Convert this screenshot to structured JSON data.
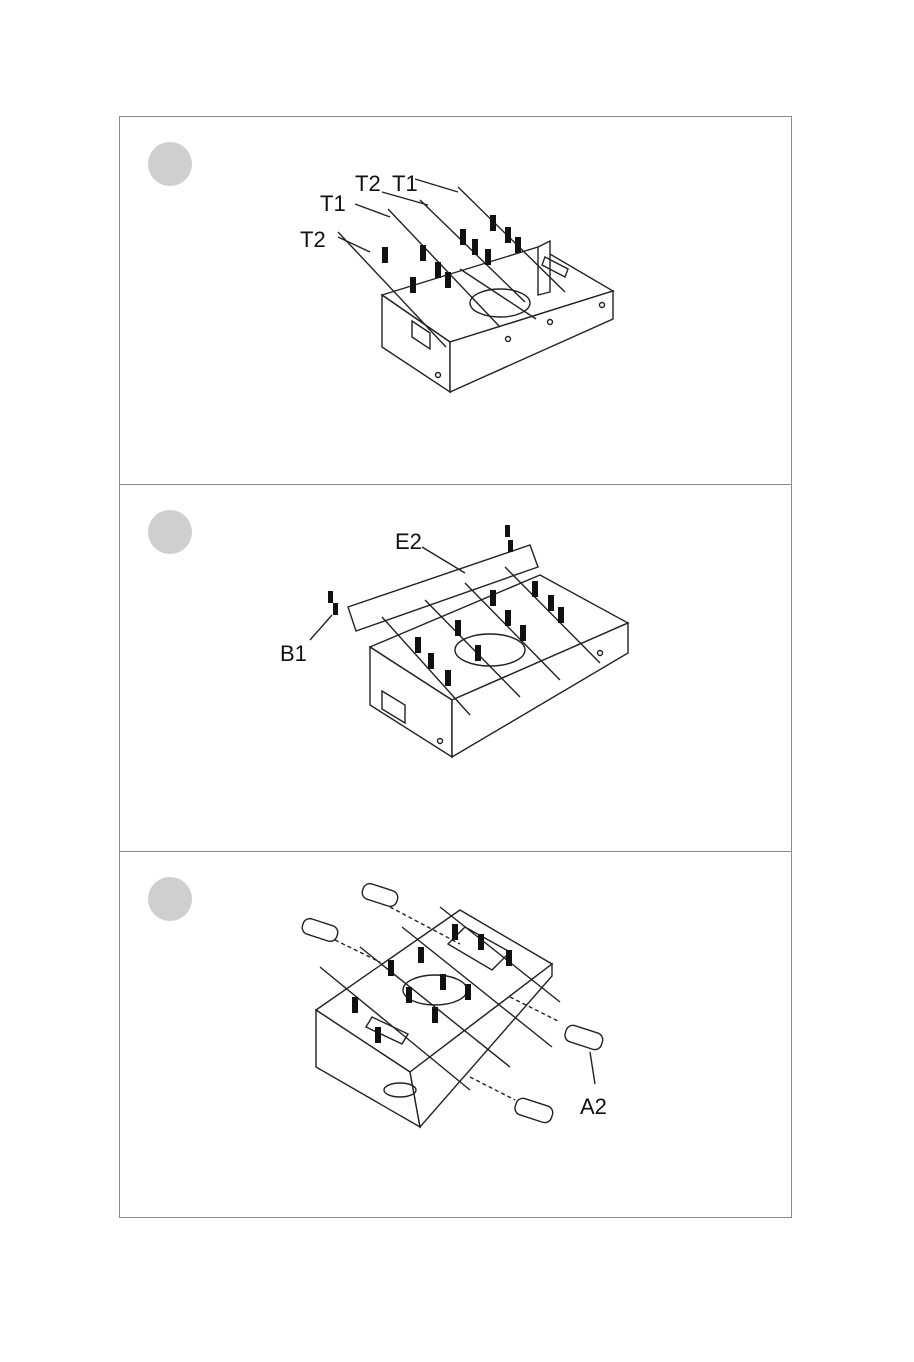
{
  "step1": {
    "labels": [
      "T2",
      "T1",
      "T2",
      "T1"
    ]
  },
  "step2": {
    "labels": [
      "E2",
      "B1"
    ]
  },
  "step3": {
    "labels": [
      "A2"
    ]
  }
}
